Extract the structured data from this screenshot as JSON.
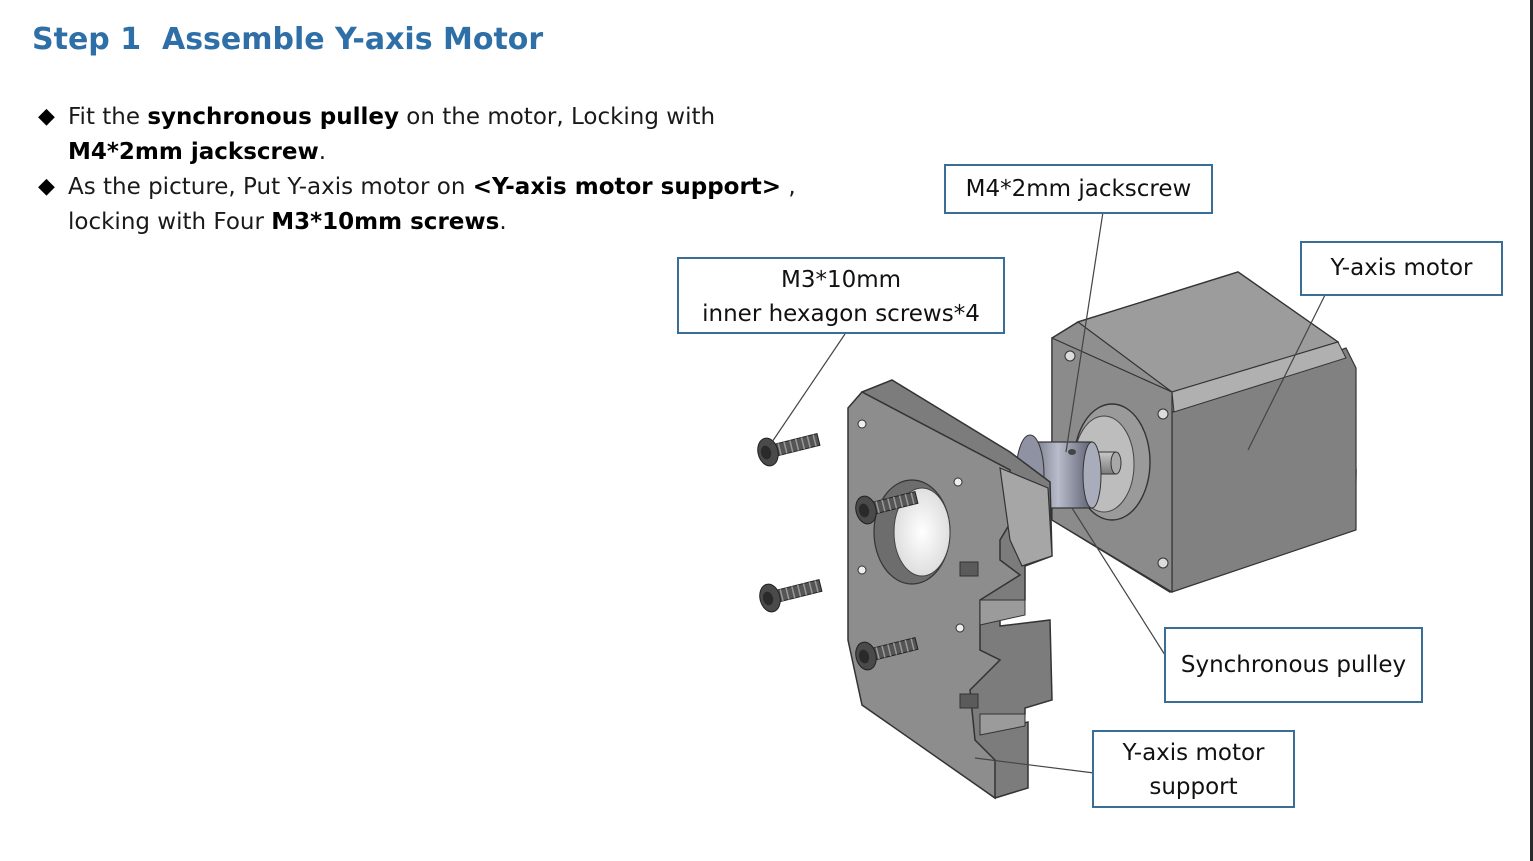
{
  "title": "Step 1  Assemble Y-axis Motor",
  "bullets": [
    {
      "t1": "Fit the ",
      "b1": "synchronous pulley",
      "t2": " on the motor, Locking with ",
      "b2": "M4*2mm jackscrew",
      "t3": "."
    },
    {
      "t1": "As the picture,  Put Y-axis motor on ",
      "b1": "<Y-axis motor support>",
      "t2": " , locking with Four ",
      "b2": "M3*10mm screws",
      "t3": "."
    }
  ],
  "callouts": {
    "jackscrew": "M4*2mm jackscrew",
    "screws_line1": "M3*10mm",
    "screws_line2": "inner hexagon screws*4",
    "motor": "Y-axis motor",
    "pulley": "Synchronous pulley",
    "support_line1": "Y-axis motor",
    "support_line2": "support"
  },
  "colors": {
    "title": "#2f6fa8",
    "callout_border": "#3a6e96",
    "part_face": "#8a8a8a",
    "part_dark": "#5f5f5f",
    "part_light": "#b4b4b4"
  }
}
